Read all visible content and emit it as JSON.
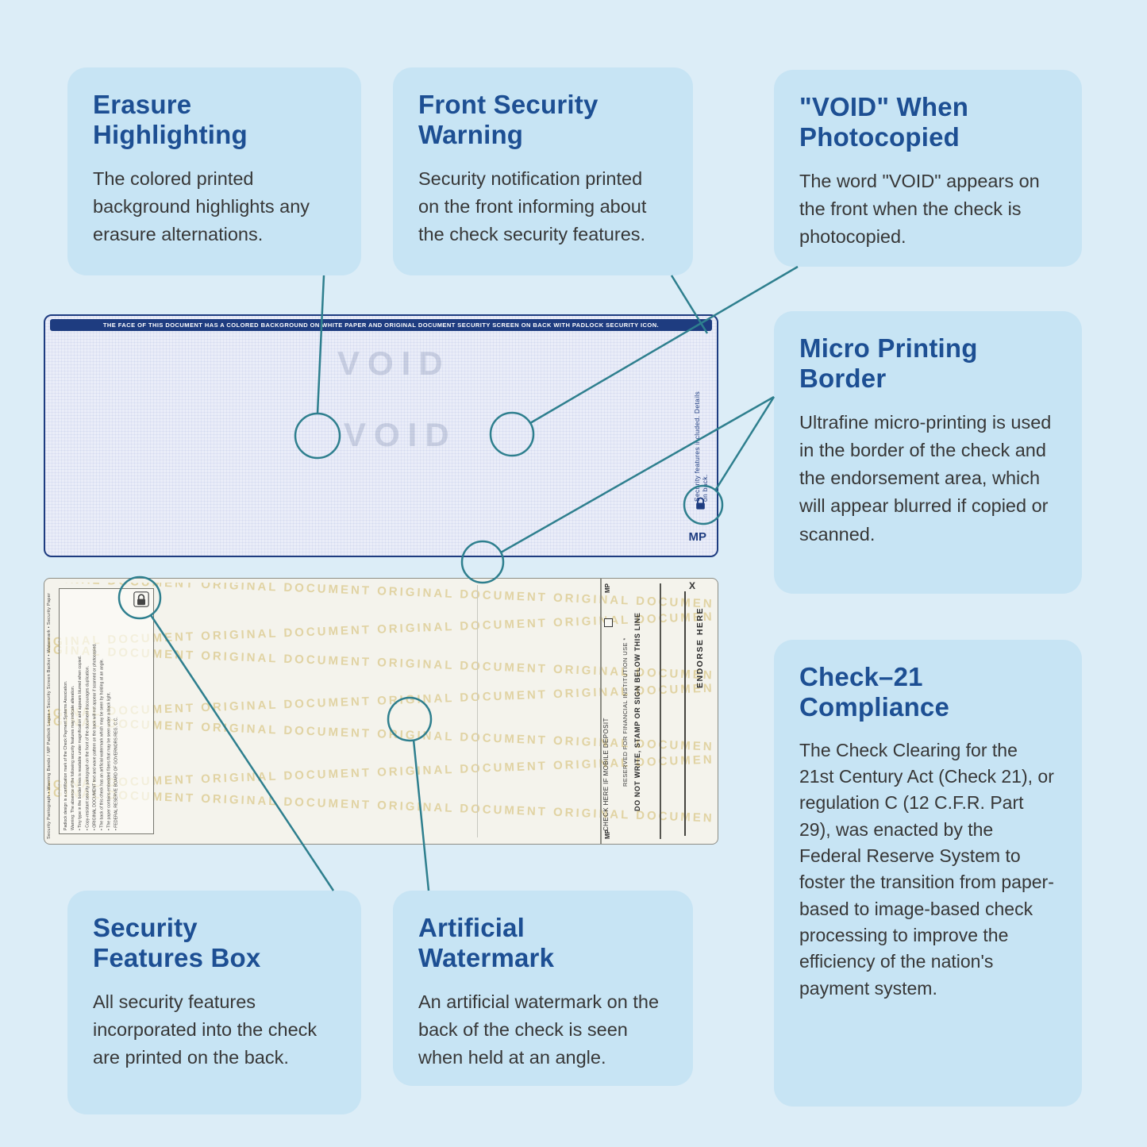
{
  "colors": {
    "page_bg": "#dcedf7",
    "card_bg": "#c7e4f4",
    "title_blue": "#1d4f93",
    "connector_teal": "#2e7f8e",
    "check_navy": "#1e3c80",
    "watermark_gold": "#c6a63f"
  },
  "callouts": [
    {
      "title_lines": [
        "Erasure",
        "Highlighting"
      ],
      "body": "The colored printed background highlights any erasure alternations."
    },
    {
      "title_lines": [
        "Front Security",
        "Warning"
      ],
      "body": "Security notification printed on the front informing about the check security features."
    },
    {
      "title_lines": [
        "\"VOID\" When",
        "Photocopied"
      ],
      "body": "The word \"VOID\" appears on the front when the check is photocopied."
    },
    {
      "title_lines": [
        "Micro Printing",
        "Border"
      ],
      "body": "Ultrafine micro-printing is used in the border of the check and the endorsement area, which will appear blurred if copied or scanned."
    },
    {
      "title_lines": [
        "Check–21",
        "Compliance"
      ],
      "body": "The Check Clearing for the 21st Century Act (Check 21), or regulation C (12 C.F.R. Part 29), was enacted by the Federal Reserve System to foster the transition from paper-based to image-based check processing to improve the efficiency of the nation's payment system."
    },
    {
      "title_lines": [
        "Security",
        "Features Box"
      ],
      "body": "All security features incorporated into the check are printed on the back."
    },
    {
      "title_lines": [
        "Artificial",
        "Watermark"
      ],
      "body": "An artificial watermark on the back of the check is seen when held at an angle."
    }
  ],
  "check_front": {
    "top_banner": "THE FACE OF THIS DOCUMENT HAS A COLORED BACKGROUND ON WHITE PAPER AND ORIGINAL DOCUMENT SECURITY SCREEN ON BACK WITH PADLOCK SECURITY ICON.",
    "void_text": "VOID",
    "side_note": "Security features included. Details on back.",
    "logo": "MP"
  },
  "check_back": {
    "watermark_row": "ORIGINAL DOCUMENT   ORIGINAL DOCUMENT   ORIGINAL DOCUMENT   ORIGINAL DOCUMENT   ORIGINAL DOCUMENT   ORIGINAL DOCUMENT",
    "side_labels": "Security Pantograph  •  Warning Bands / MP Padlock Logos  •  Security Screen Backer  •  Watermark  •  Security Paper",
    "box_lines": [
      "Padlock design is a certification mark of the Check Payment Systems Association.",
      "Warning: The absence of the following security features may indicate alteration.",
      "• Tiny type in the border lines is readable under magnification and appears blurred when copied.",
      "• Copy-resistant security pantograph on the front of the document discourages duplication.",
      "• ORIGINAL DOCUMENT text and wave pattern on the back will not appear if scanned or photocopied.",
      "• The back of this check has an artificial watermark which may be seen by holding at an angle.",
      "• The paper contains embedded fibers that may be seen under a black light.",
      "• FEDERAL RESERVE BOARD OF GOVERNORS REG. C.C."
    ],
    "endorse_here": "ENDORSE HERE",
    "x_mark": "X",
    "do_not_write": "DO NOT WRITE, STAMP OR SIGN BELOW THIS LINE",
    "reserved": "RESERVED FOR FINANCIAL INSTITUTION USE *",
    "mobile_deposit": "CHECK HERE IF MOBILE DEPOSIT",
    "mp_mark": "MP"
  }
}
